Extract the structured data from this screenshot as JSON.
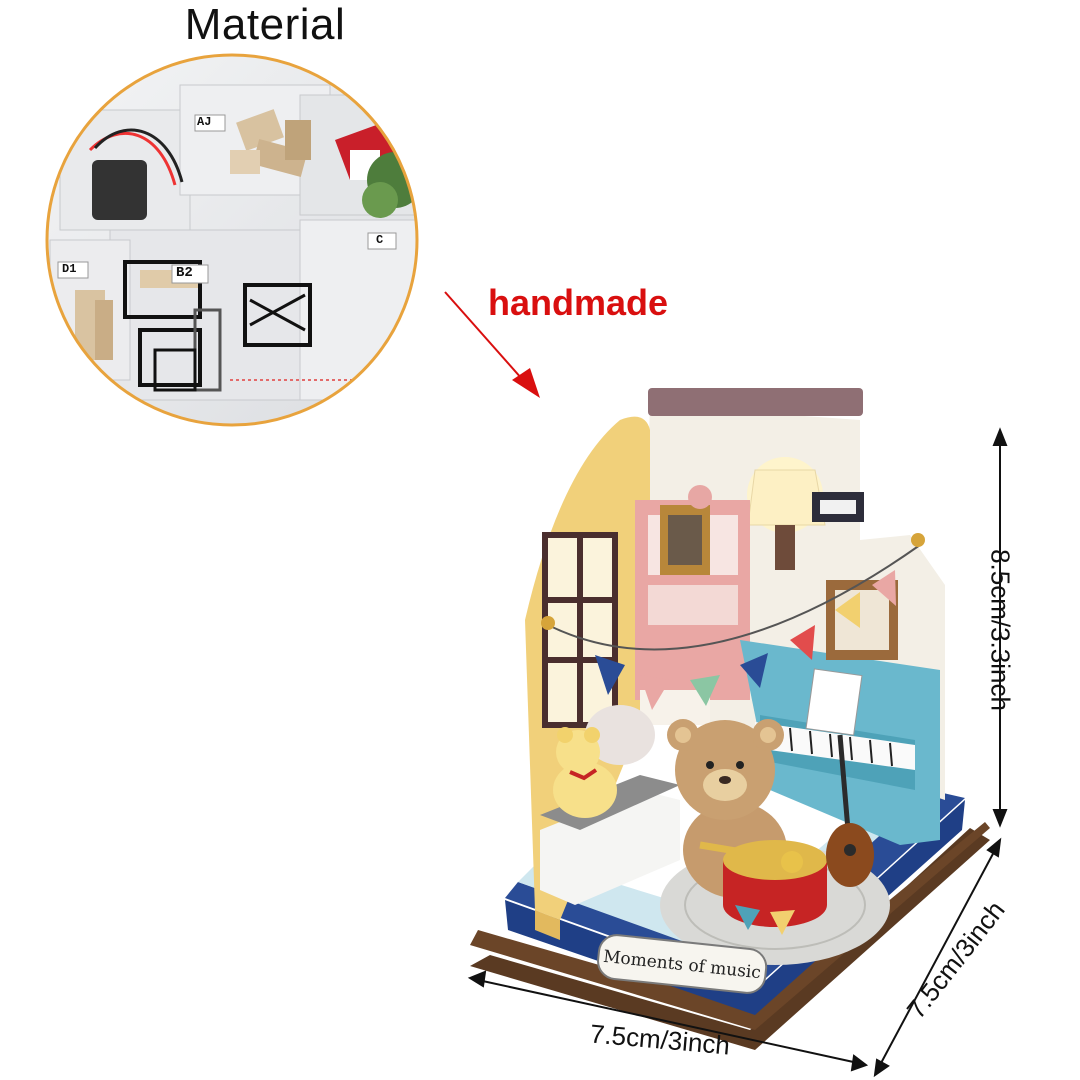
{
  "material_title": "Material",
  "arrow_label": "handmade",
  "kit_bag_labels": [
    "AJ",
    "B2",
    "D1",
    "C"
  ],
  "plaque_text": "Moments of music",
  "dimensions": {
    "height": "8.5cm/3.3inch",
    "width": "7.5cm/3inch",
    "depth": "7.5cm/3inch"
  },
  "colors": {
    "arrow_label": "#d90f0f",
    "circle_border": "#e8a33d",
    "arrow": "#d90f0f"
  }
}
